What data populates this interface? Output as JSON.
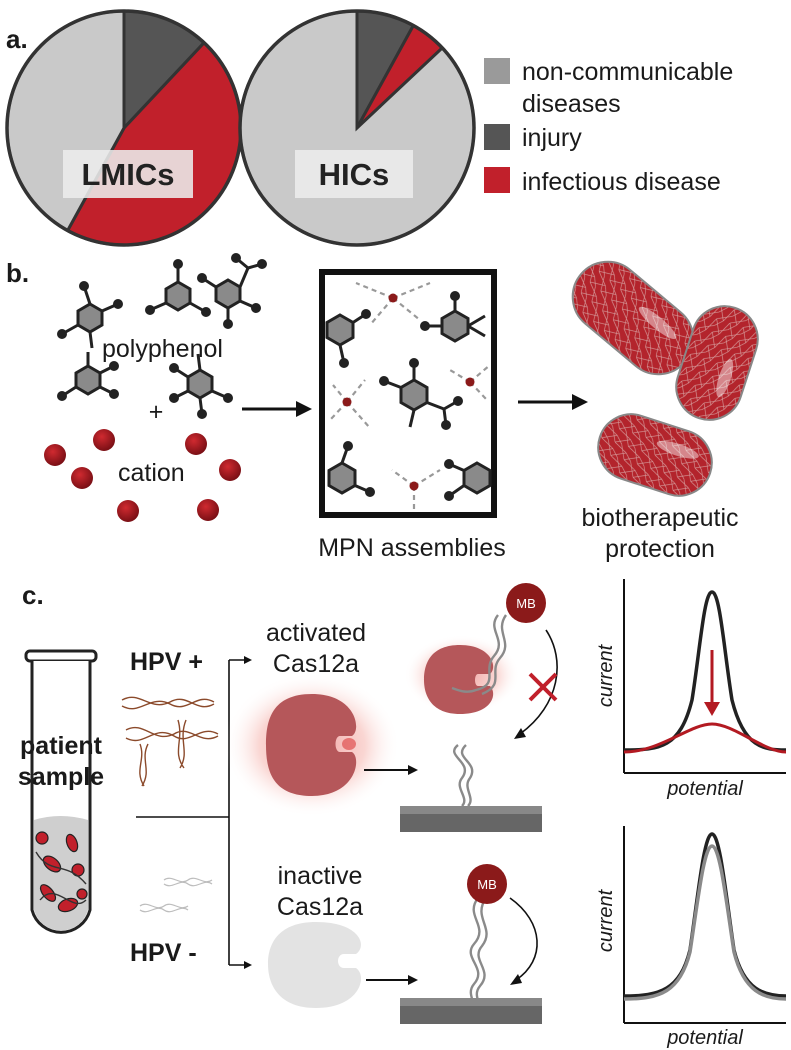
{
  "panel_a": {
    "letter": "a.",
    "pies": [
      {
        "tag": "LMICs",
        "values": [
          0.42,
          0.12,
          0.46
        ]
      },
      {
        "tag": "HICs",
        "values": [
          0.87,
          0.08,
          0.05
        ]
      }
    ],
    "legend": [
      {
        "text_line1": "non-communicable",
        "text_line2": "diseases",
        "color": "#9a9a9a"
      },
      {
        "text_line1": "injury",
        "text_line2": "",
        "color": "#555555"
      },
      {
        "text_line1": "infectious disease",
        "text_line2": "",
        "color": "#c1202b"
      }
    ],
    "colors": {
      "ncd": "#c9c9c9",
      "injury": "#555555",
      "infectious": "#c1202b"
    }
  },
  "panel_b": {
    "letter": "b.",
    "polyphenol": "polyphenol",
    "plus": "+",
    "cation": "cation",
    "mpn_label": "MPN assemblies",
    "bio_label_line1": "biotherapeutic",
    "bio_label_line2": "protection"
  },
  "panel_c": {
    "letter": "c.",
    "hpv_pos": "HPV +",
    "hpv_neg": "HPV -",
    "patient_line1": "patient",
    "patient_line2": "sample",
    "activated_line1": "activated",
    "activated_line2": "Cas12a",
    "inactive_line1": "inactive",
    "inactive_line2": "Cas12a",
    "mb": "MB",
    "axis_y": "current",
    "axis_x": "potential"
  }
}
